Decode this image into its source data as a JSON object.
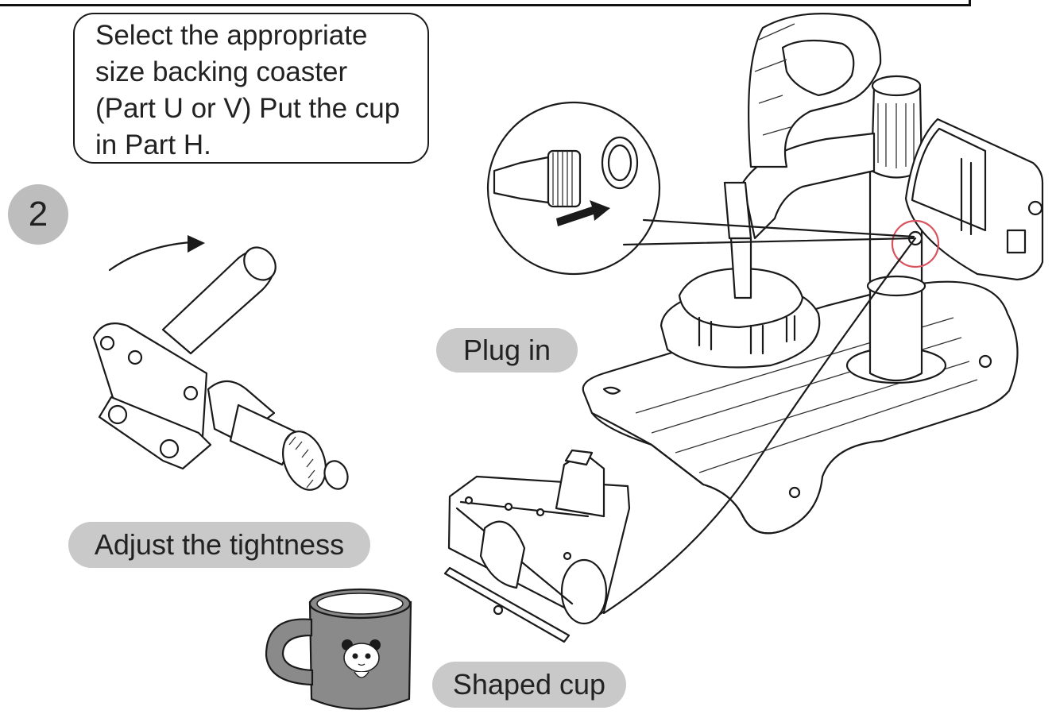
{
  "instructions": {
    "step_number": "2",
    "callout_text": "Select the appropriate\nsize backing coaster\n(Part U or V) Put the cup\nin Part H."
  },
  "labels": {
    "plug_in": "Plug in",
    "adjust_tightness": "Adjust the tightness",
    "shaped_cup": "Shaped cup"
  },
  "colors": {
    "label_pill": "#c9c9c9",
    "step_circle": "#bdbdbd",
    "highlight_circle": "#d9535f",
    "mug_body": "#8a8a8a"
  },
  "icons": {
    "arrow": "curved-arrow-icon",
    "plug": "plug-connector-icon",
    "mug": "mug-icon",
    "panda": "panda-face-icon"
  }
}
